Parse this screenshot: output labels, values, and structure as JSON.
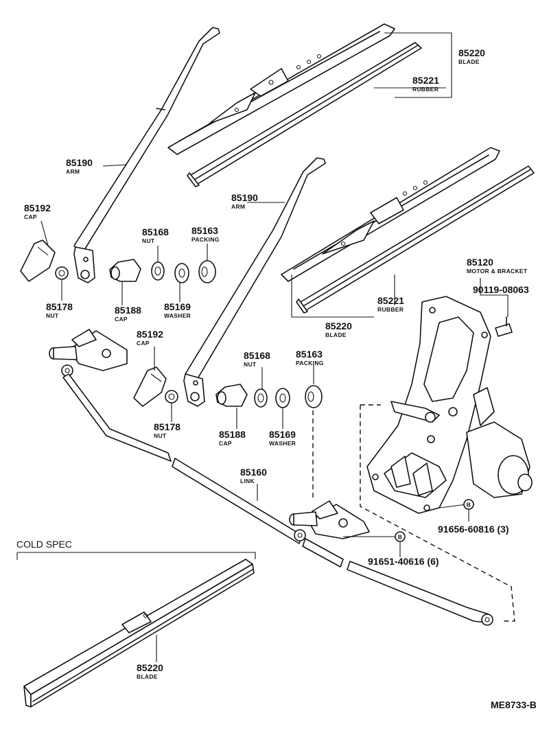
{
  "callouts": {
    "blade_top_num": "85220",
    "blade_top_name": "BLADE",
    "rubber_top_num": "85221",
    "rubber_top_name": "RUBBER",
    "arm_left_num": "85190",
    "arm_left_name": "ARM",
    "cap_left_num": "85192",
    "cap_left_name": "CAP",
    "nut178_left_num": "85178",
    "nut178_left_name": "NUT",
    "nut168_left_num": "85168",
    "nut168_left_name": "NUT",
    "packing_left_num": "85163",
    "packing_left_name": "PACKING",
    "cap188_left_num": "85188",
    "cap188_left_name": "CAP",
    "washer_left_num": "85169",
    "washer_left_name": "WASHER",
    "arm_right_num": "85190",
    "arm_right_name": "ARM",
    "motor_num": "85120",
    "motor_name": "MOTOR & BRACKET",
    "bolt_num": "90119-08063",
    "rubber_mid_num": "85221",
    "rubber_mid_name": "RUBBER",
    "blade_mid_num": "85220",
    "blade_mid_name": "BLADE",
    "cap_right_num": "85192",
    "cap_right_name": "CAP",
    "nut168_right_num": "85168",
    "nut168_right_name": "NUT",
    "packing_right_num": "85163",
    "packing_right_name": "PACKING",
    "nut178_right_num": "85178",
    "nut178_right_name": "NUT",
    "cap188_right_num": "85188",
    "cap188_right_name": "CAP",
    "washer_right_num": "85169",
    "washer_right_name": "WASHER",
    "link_num": "85160",
    "link_name": "LINK",
    "bolt_b1": "91656-60816 (3)",
    "bolt_b2": "91651-40616 (6)",
    "marker_b": "B",
    "cold_spec": "COLD SPEC",
    "blade_cold_num": "85220",
    "blade_cold_name": "BLADE",
    "figure_code": "ME8733-B"
  }
}
